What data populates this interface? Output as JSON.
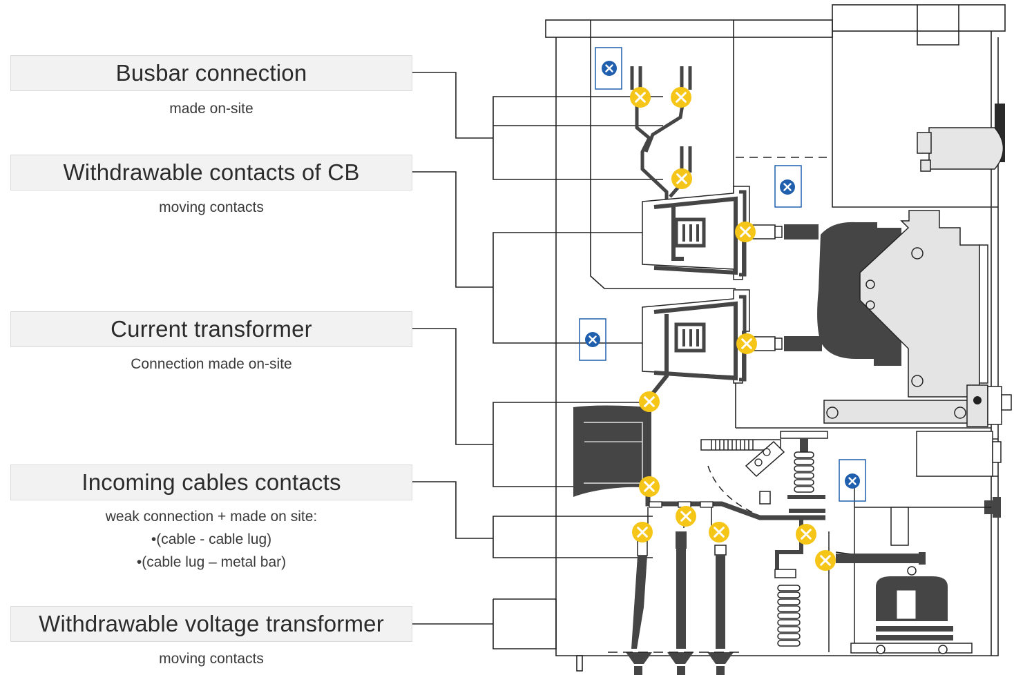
{
  "labels": [
    {
      "title": "Busbar connection",
      "subtitle": [
        "made on-site"
      ]
    },
    {
      "title": "Withdrawable contacts of CB",
      "subtitle": [
        "moving contacts"
      ]
    },
    {
      "title": "Current transformer",
      "subtitle": [
        "Connection made on-site"
      ]
    },
    {
      "title": "Incoming cables contacts",
      "subtitle": [
        "weak connection + made on site:",
        "•(cable - cable lug)",
        "•(cable lug – metal bar)"
      ]
    },
    {
      "title": "Withdrawable voltage transformer",
      "subtitle": [
        "moving contacts"
      ]
    }
  ],
  "colors": {
    "hotspot": "#f5c518",
    "sensor": "#1f5fae",
    "metal": "#454545",
    "line": "#222222",
    "box_fill": "#f2f2f2"
  },
  "icons": {
    "hotspot": "x-in-circle-yellow",
    "sensor": "x-in-circle-blue-boxed"
  }
}
